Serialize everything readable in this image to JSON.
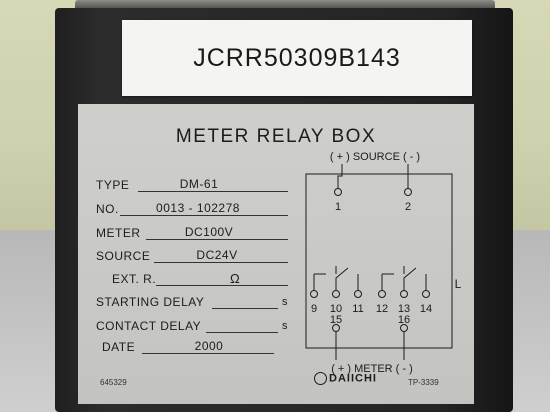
{
  "sticker": {
    "code": "JCRR50309B143"
  },
  "plate": {
    "title": "METER RELAY BOX",
    "fields": {
      "type_label": "TYPE",
      "type_value": "DM-61",
      "no_label": "NO.",
      "no_value": "0013 - 102278",
      "meter_label": "METER",
      "meter_value": "DC100V",
      "source_label": "SOURCE",
      "source_value": "DC24V",
      "ext_label": "EXT. R.",
      "ext_unit": "Ω",
      "starting_label": "STARTING DELAY",
      "starting_unit": "s",
      "contact_label": "CONTACT DELAY",
      "contact_unit": "s",
      "date_label": "DATE",
      "date_value": "2000"
    },
    "diagram": {
      "source_label": "( + ) SOURCE ( - )",
      "meter_label": "( + ) METER ( - )",
      "side_label": "L",
      "terminals": {
        "t1": "1",
        "t2": "2",
        "t9": "9",
        "t10": "10",
        "t11": "11",
        "t12": "12",
        "t13": "13",
        "t14": "14",
        "t15": "15",
        "t16": "16"
      }
    },
    "serial": "645329",
    "brand": "DAIICHI",
    "model": "TP-3339"
  }
}
